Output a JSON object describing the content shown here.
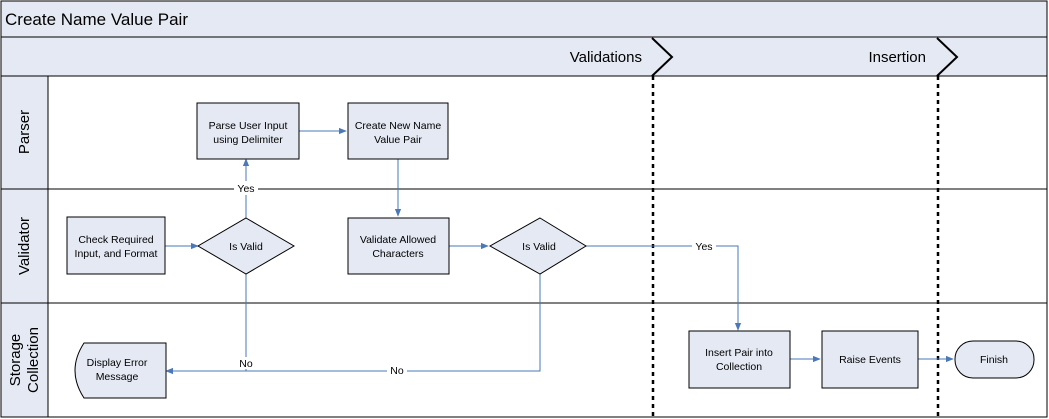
{
  "title": "Create Name Value Pair",
  "phases": [
    {
      "id": "validations",
      "label": "Validations"
    },
    {
      "id": "insertion",
      "label": "Insertion"
    }
  ],
  "lanes": [
    {
      "id": "parser",
      "label": "Parser"
    },
    {
      "id": "validator",
      "label": "Validator"
    },
    {
      "id": "storage",
      "label_lines": [
        "Storage",
        "Collection"
      ]
    }
  ],
  "nodes": {
    "check_required": {
      "lines": [
        "Check Required",
        "Input, and Format"
      ]
    },
    "is_valid_1": {
      "lines": [
        "Is Valid"
      ]
    },
    "parse_input": {
      "lines": [
        "Parse User Input",
        "using Delimiter"
      ]
    },
    "create_pair": {
      "lines": [
        "Create New Name",
        "Value Pair"
      ]
    },
    "validate_chars": {
      "lines": [
        "Validate Allowed",
        "Characters"
      ]
    },
    "is_valid_2": {
      "lines": [
        "Is Valid"
      ]
    },
    "display_error": {
      "lines": [
        "Display Error",
        "Message"
      ]
    },
    "insert_pair": {
      "lines": [
        "Insert Pair into",
        "Collection"
      ]
    },
    "raise_events": {
      "lines": [
        "Raise Events"
      ]
    },
    "finish": {
      "lines": [
        "Finish"
      ]
    }
  },
  "edge_labels": {
    "yes_1": "Yes",
    "no_1": "No",
    "no_2": "No",
    "yes_2": "Yes"
  },
  "colors": {
    "title_bar": "#e4e9f3",
    "header_fill": "#e4e9f3",
    "lane_header_fill": "#e4e9f3",
    "node_fill": "#e4e9f3",
    "node_stroke": "#000000",
    "edge": "#4a78b8",
    "border": "#000000"
  }
}
